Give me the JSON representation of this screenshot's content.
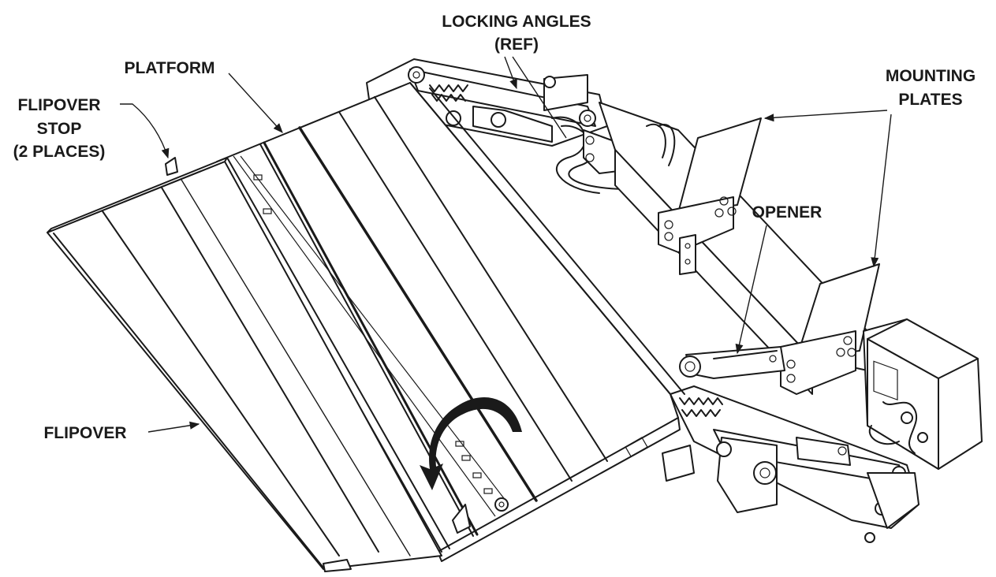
{
  "labels": {
    "locking_angles": "LOCKING ANGLES",
    "locking_angles_ref": "(REF)",
    "platform": "PLATFORM",
    "mounting_plates_1": "MOUNTING",
    "mounting_plates_2": "PLATES",
    "flipover_stop_1": "FLIPOVER",
    "flipover_stop_2": "STOP",
    "flipover_stop_3": "(2 PLACES)",
    "opener": "OPENER",
    "flipover": "FLIPOVER"
  },
  "colors": {
    "line": "#1a1a1a",
    "background": "#ffffff"
  }
}
